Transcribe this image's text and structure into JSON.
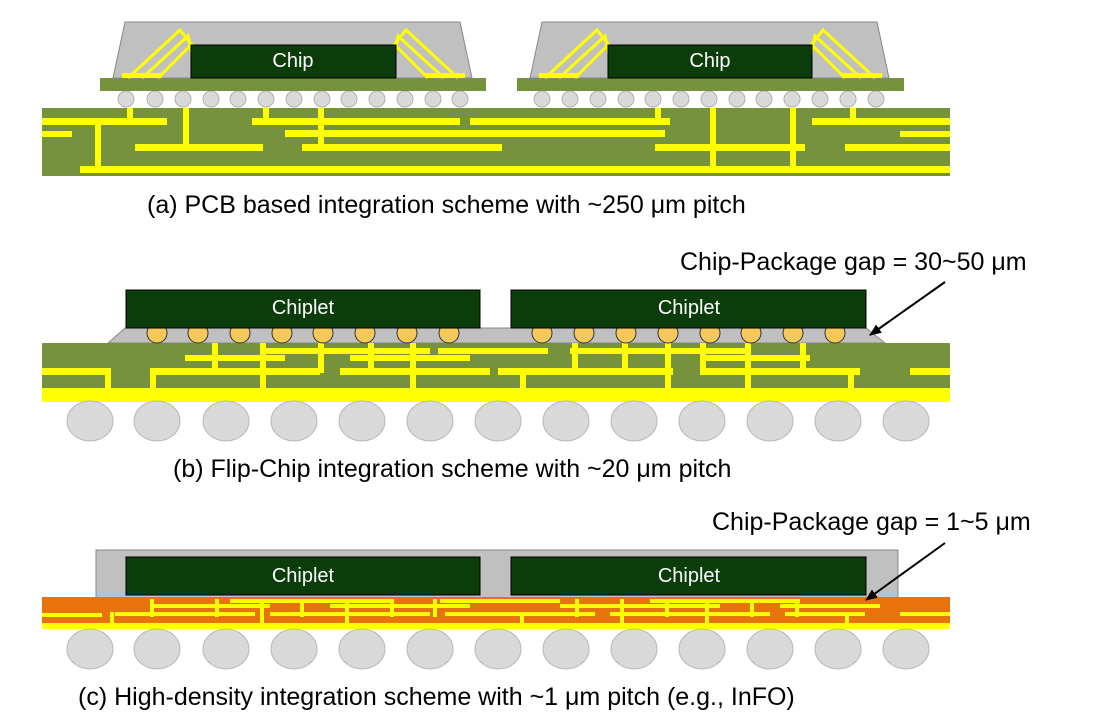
{
  "panel_a": {
    "caption": "(a) PCB based integration scheme with ~250 μm pitch",
    "chip_label": "Chip"
  },
  "panel_b": {
    "caption": "(b) Flip-Chip integration scheme with ~20 μm pitch",
    "chiplet_label": "Chiplet",
    "gap_annotation": "Chip-Package gap = 30~50 μm"
  },
  "panel_c": {
    "caption": "(c) High-density integration scheme with ~1 μm pitch (e.g., InFO)",
    "chiplet_label": "Chiplet",
    "gap_annotation": "Chip-Package gap = 1~5 μm"
  },
  "colors": {
    "pcb_green": "#76923c",
    "trace_yellow": "#ffff00",
    "die_green": "#0b3d0b",
    "mold_gray": "#c0c0c0",
    "ball_gray": "#d9d9d9",
    "bump_orange": "#f5c85a",
    "rdl_orange": "#e8730c"
  }
}
